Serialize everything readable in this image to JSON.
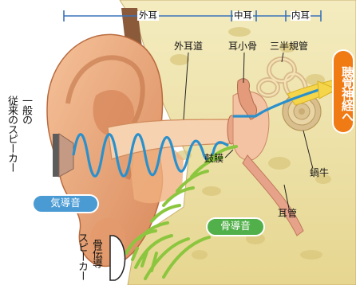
{
  "sections": {
    "outer": "外耳",
    "middle": "中耳",
    "inner": "内耳"
  },
  "labels": {
    "ear_canal": "外耳道",
    "ossicles": "耳小骨",
    "semicircular": "三半規管",
    "eardrum": "鼓膜",
    "cochlea": "蝸牛",
    "eustachian": "耳管"
  },
  "speakers": {
    "conventional": "一般の従来のスピーカー",
    "conventional_line1": "一般の",
    "conventional_line2": "従来のスピーカー",
    "bone": "骨伝導スピーカー",
    "bone_line1": "骨伝導",
    "bone_line2": "スピーカー"
  },
  "badges": {
    "air_conduction": "気導音",
    "bone_conduction": "骨導音",
    "to_nerve": "聴覚神経へ"
  },
  "colors": {
    "air_wave": "#2a90cc",
    "bone_wave": "#8cc63f",
    "skin": "#e8a070",
    "bone": "#f2e6a8",
    "nerve_badge": "#f07a14",
    "air_pill": "#4a9bd4",
    "bone_pill": "#52b04a"
  }
}
